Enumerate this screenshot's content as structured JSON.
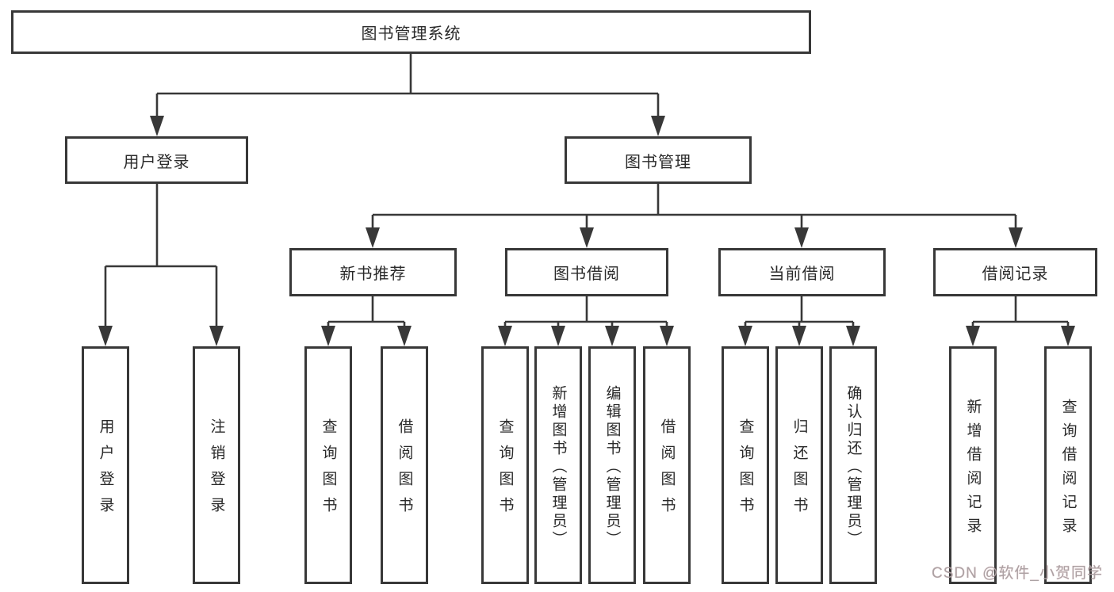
{
  "diagram": {
    "root": "图书管理系统",
    "level2": {
      "user_login": "用户登录",
      "book_mgmt": "图书管理"
    },
    "level3": {
      "new_books": "新书推荐",
      "book_borrow": "图书借阅",
      "current_borrow": "当前借阅",
      "borrow_records": "借阅记录"
    },
    "leaves": {
      "user_login": [
        "用户登录",
        "注销登录"
      ],
      "new_books": [
        "查询图书",
        "借阅图书"
      ],
      "book_borrow": [
        "查询图书",
        "新增图书（管理员）",
        "编辑图书（管理员）",
        "借阅图书"
      ],
      "current_borrow": [
        "查询图书",
        "归还图书",
        "确认归还（管理员）"
      ],
      "borrow_records": [
        "新增借阅记录",
        "查询借阅记录"
      ]
    }
  },
  "watermark": "CSDN @软件_小贺同学",
  "colors": {
    "line": "#383838",
    "text": "#2a2a2a",
    "background": "#ffffff",
    "watermark": "#aba2a4"
  }
}
